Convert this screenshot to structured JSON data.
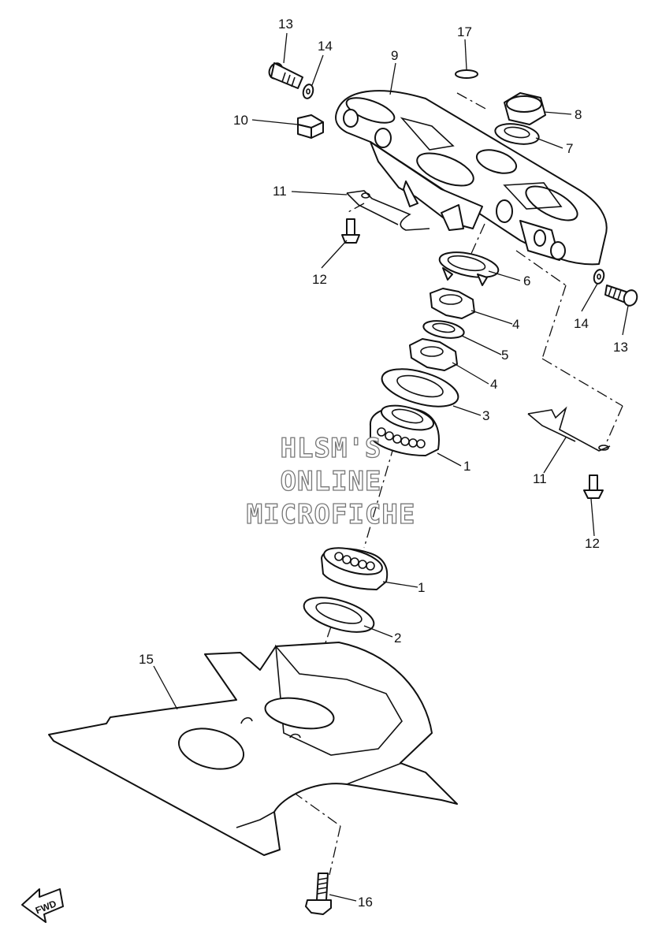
{
  "watermark": {
    "line1": "HLSM'S",
    "line2": "ONLINE",
    "line3": "MICROFICHE"
  },
  "direction_label": "FWD",
  "callouts": [
    {
      "id": "c-13a",
      "text": "13"
    },
    {
      "id": "c-14a",
      "text": "14"
    },
    {
      "id": "c-9",
      "text": "9"
    },
    {
      "id": "c-17",
      "text": "17"
    },
    {
      "id": "c-8",
      "text": "8"
    },
    {
      "id": "c-7",
      "text": "7"
    },
    {
      "id": "c-10",
      "text": "10"
    },
    {
      "id": "c-11a",
      "text": "11"
    },
    {
      "id": "c-12a",
      "text": "12"
    },
    {
      "id": "c-6",
      "text": "6"
    },
    {
      "id": "c-14b",
      "text": "14"
    },
    {
      "id": "c-13b",
      "text": "13"
    },
    {
      "id": "c-4a",
      "text": "4"
    },
    {
      "id": "c-5",
      "text": "5"
    },
    {
      "id": "c-4b",
      "text": "4"
    },
    {
      "id": "c-3",
      "text": "3"
    },
    {
      "id": "c-1a",
      "text": "1"
    },
    {
      "id": "c-11b",
      "text": "11"
    },
    {
      "id": "c-12b",
      "text": "12"
    },
    {
      "id": "c-1b",
      "text": "1"
    },
    {
      "id": "c-2",
      "text": "2"
    },
    {
      "id": "c-15",
      "text": "15"
    },
    {
      "id": "c-16",
      "text": "16"
    }
  ]
}
